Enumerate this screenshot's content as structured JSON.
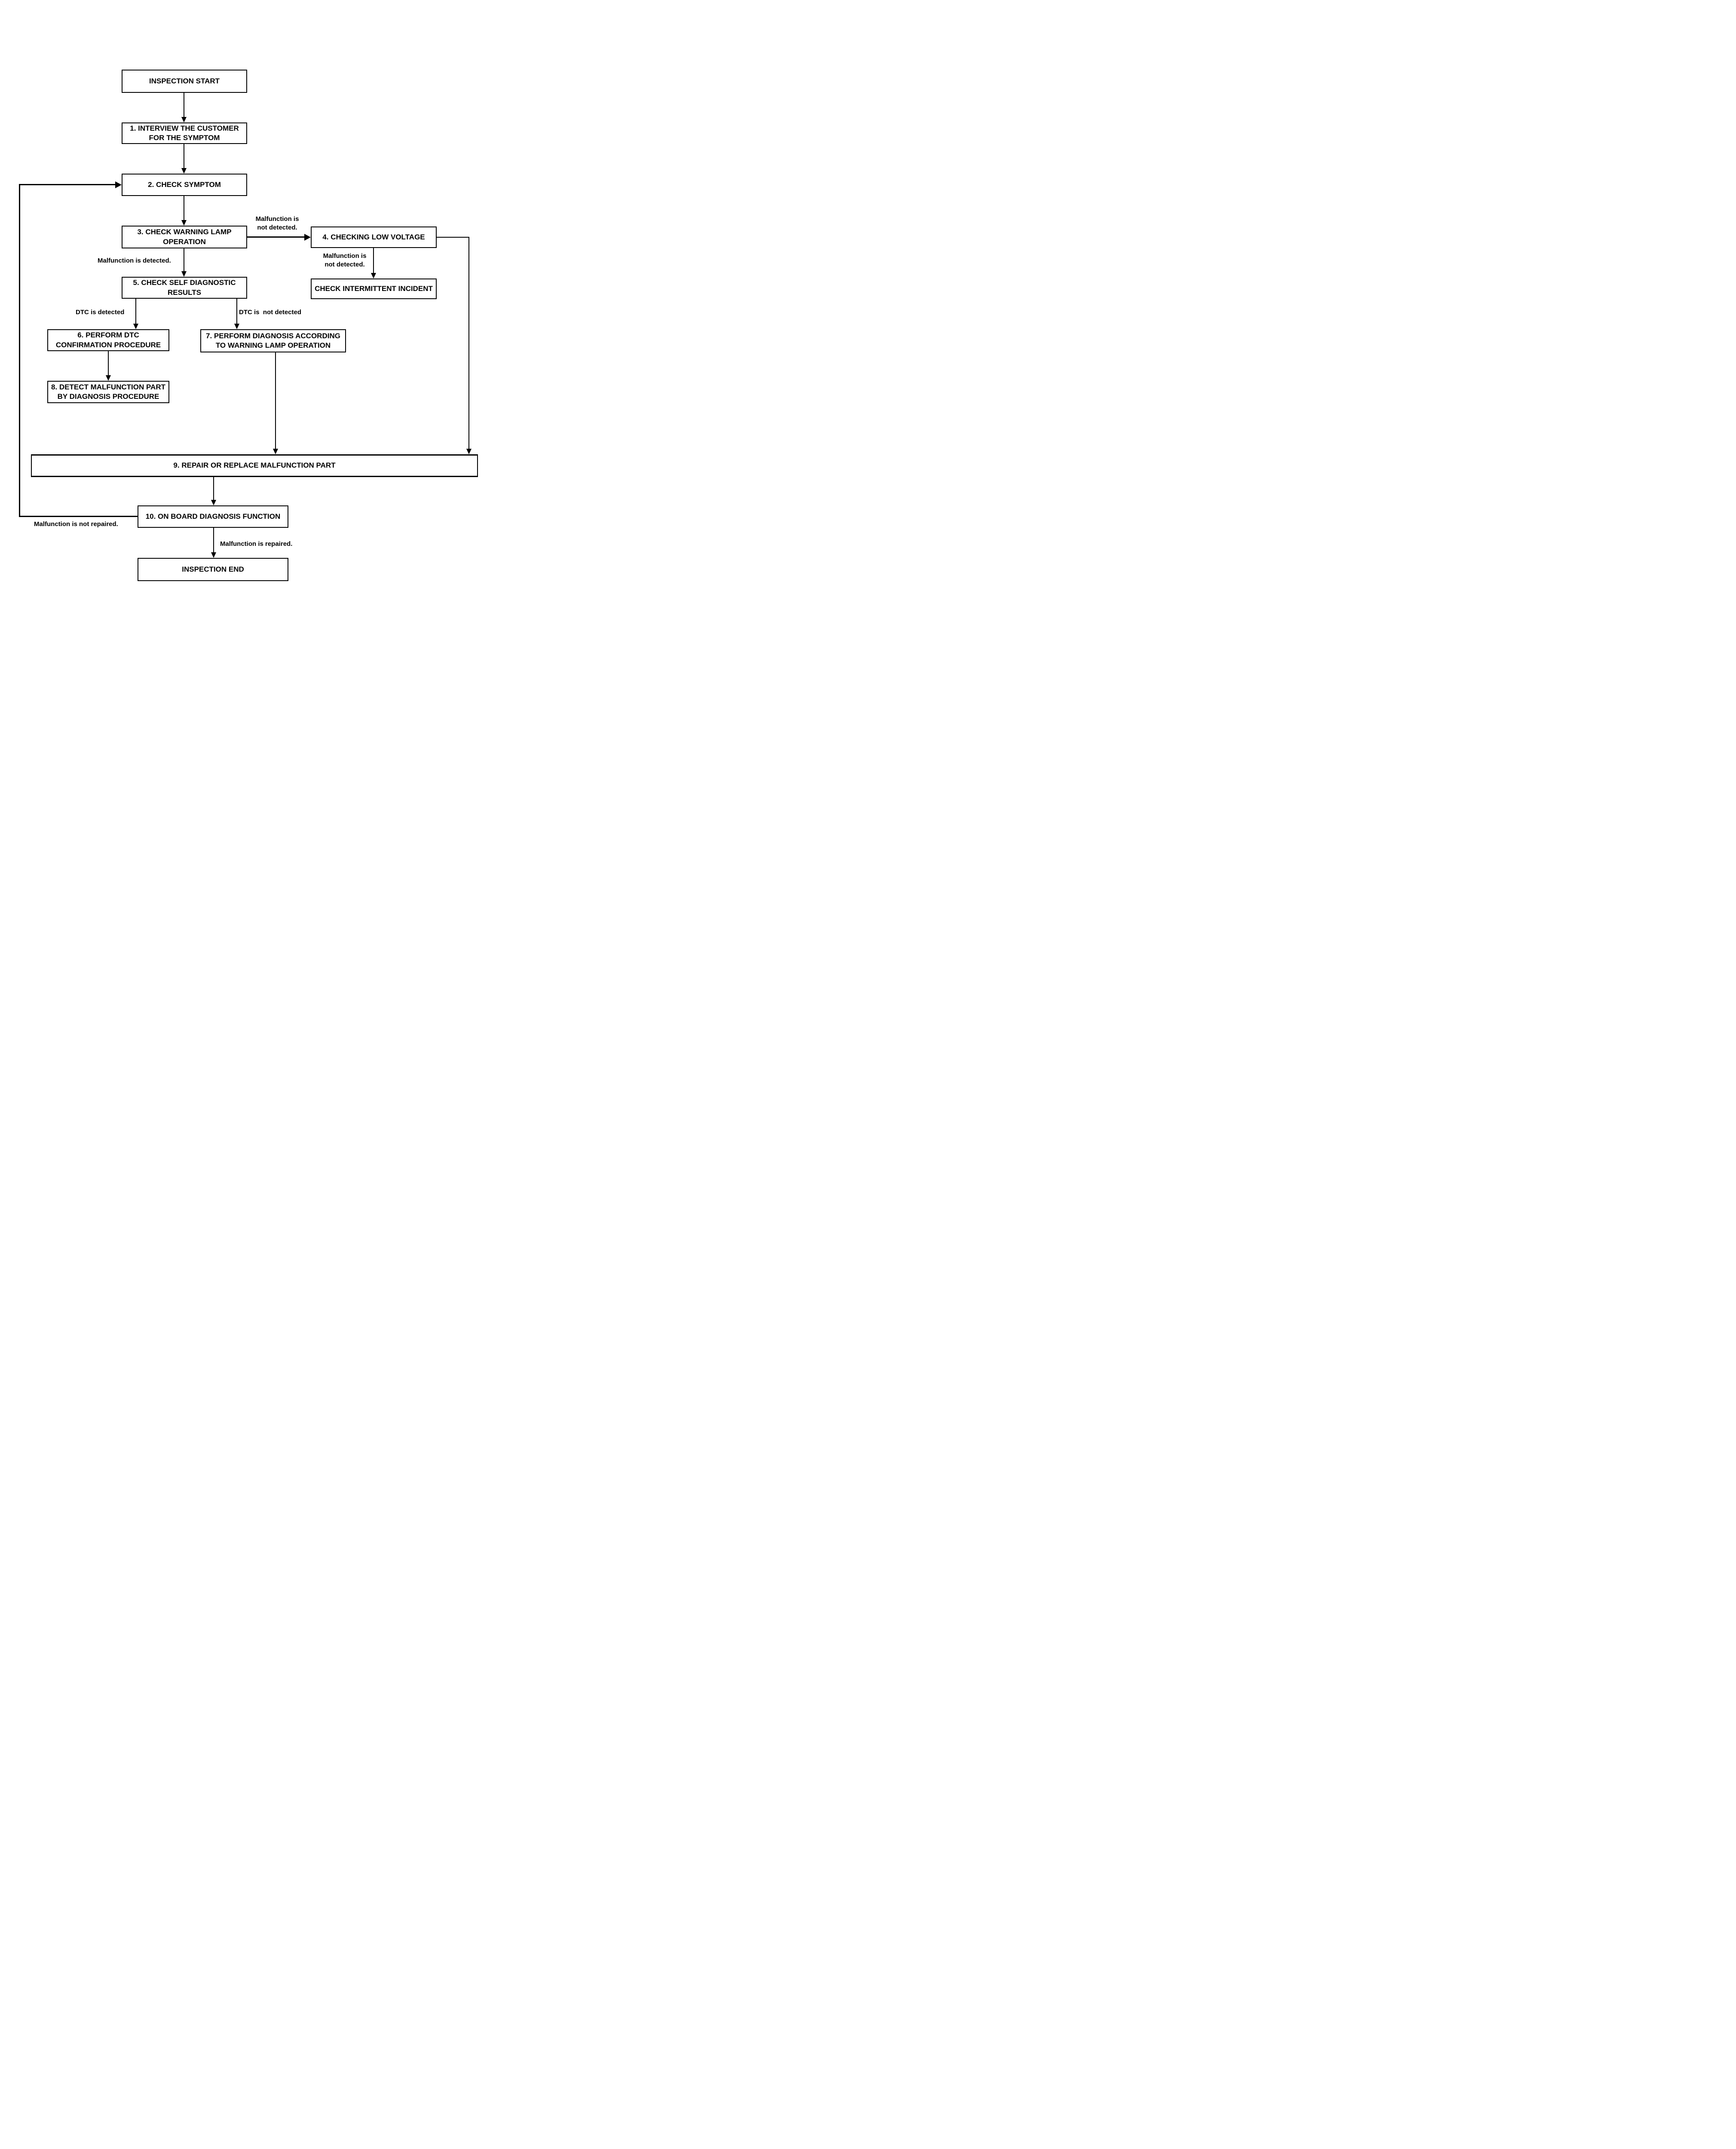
{
  "diagram": {
    "type": "flowchart",
    "background": "#ffffff",
    "line_color": "#000000",
    "text_color": "#000000",
    "nodes": {
      "start": {
        "label": "INSPECTION START"
      },
      "step1": {
        "label": "1. INTERVIEW THE CUSTOMER FOR THE SYMPTOM"
      },
      "step2": {
        "label": "2. CHECK SYMPTOM"
      },
      "step3": {
        "label": "3. CHECK WARNING LAMP OPERATION"
      },
      "step4": {
        "label": "4. CHECKING LOW VOLTAGE"
      },
      "step5": {
        "label": "5. CHECK SELF DIAGNOSTIC RESULTS"
      },
      "check_intermittent": {
        "label": "CHECK INTERMITTENT INCIDENT"
      },
      "step6": {
        "label": "6. PERFORM DTC CONFIRMATION PROCEDURE"
      },
      "step7": {
        "label": "7. PERFORM DIAGNOSIS ACCORDING TO WARNING LAMP OPERATION"
      },
      "step8": {
        "label": "8. DETECT MALFUNCTION PART BY DIAGNOSIS PROCEDURE"
      },
      "step9": {
        "label": "9. REPAIR OR REPLACE MALFUNCTION PART"
      },
      "step10": {
        "label": "10. ON BOARD DIAGNOSIS FUNCTION"
      },
      "end": {
        "label": "INSPECTION END"
      }
    },
    "edge_labels": {
      "malfunction_not_detected_lamp": "Malfunction is\nnot detected.",
      "malfunction_detected": "Malfunction is detected.",
      "malfunction_not_detected_voltage": "Malfunction is\nnot detected.",
      "dtc_detected": "DTC is detected",
      "dtc_not_detected": "DTC is  not detected",
      "malfunction_not_repaired": "Malfunction is not repaired.",
      "malfunction_repaired": "Malfunction is repaired."
    }
  }
}
